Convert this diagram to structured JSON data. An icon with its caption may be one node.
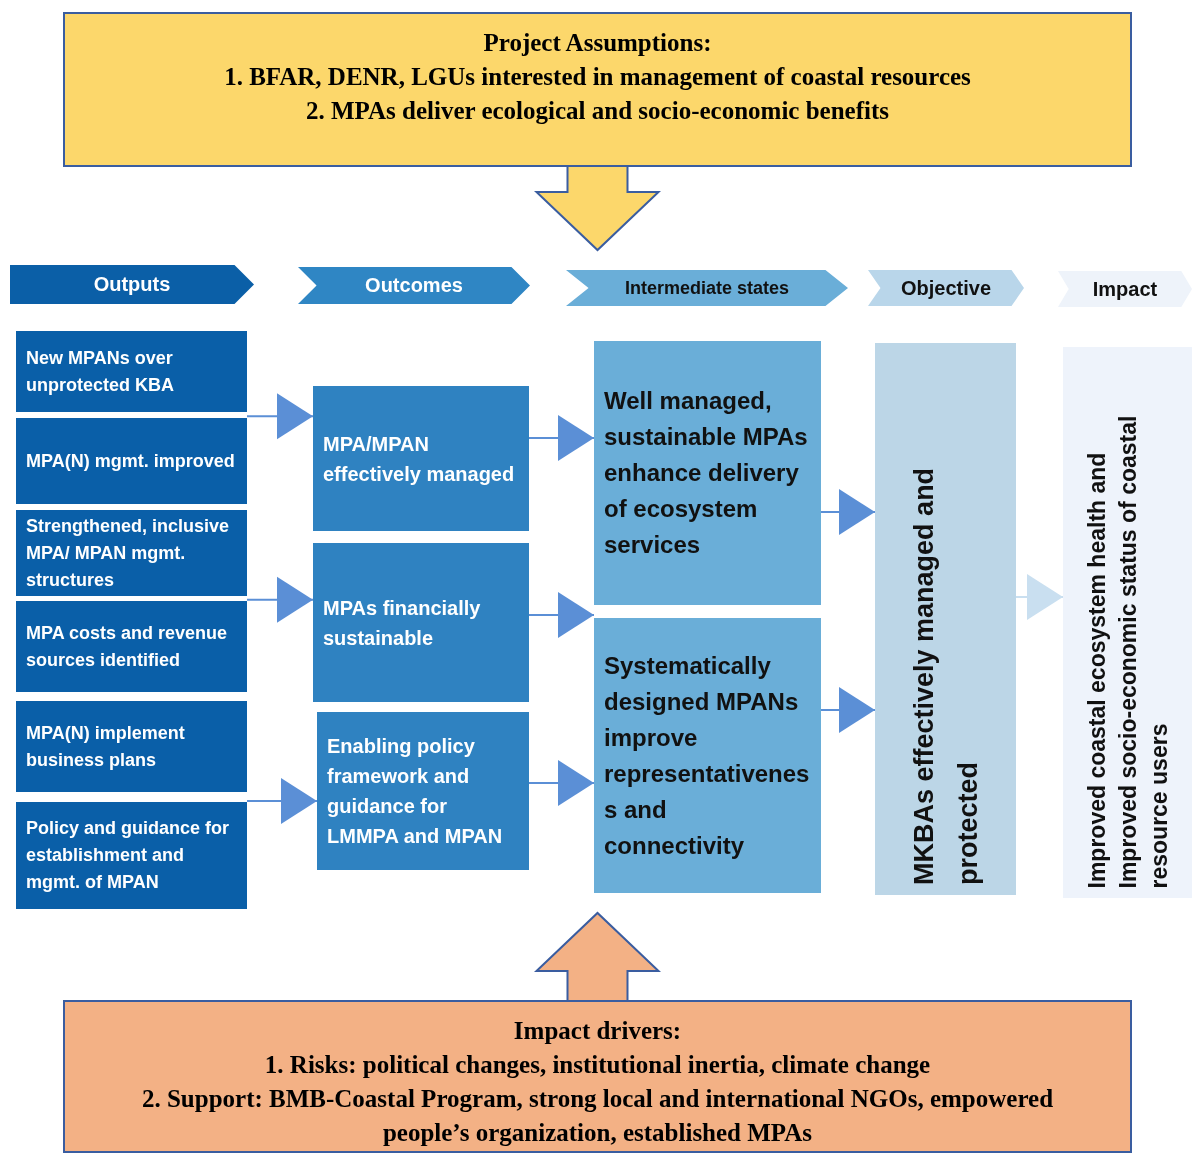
{
  "diagram": {
    "nodes": [
      {
        "text": [
          "Project Assumptions:",
          "1. BFAR, DENR, LGUs interested in management of coastal resources",
          "2. MPAs deliver ecological and socio-economic benefits"
        ]
      },
      {
        "text": [
          "Outputs"
        ]
      },
      {
        "text": [
          "Outcomes"
        ]
      },
      {
        "text": [
          "Intermediate states"
        ]
      },
      {
        "text": [
          "Objective"
        ]
      },
      {
        "text": [
          "Impact"
        ]
      },
      {
        "text": [
          "New MPANs over unprotected KBA"
        ]
      },
      {
        "text": [
          "MPA(N) mgmt. improved"
        ]
      },
      {
        "text": [
          "Strengthened, inclusive MPA/ MPAN mgmt. structures"
        ]
      },
      {
        "text": [
          "MPA costs and revenue sources identified"
        ]
      },
      {
        "text": [
          "MPA(N) implement business plans"
        ]
      },
      {
        "text": [
          "Policy and guidance for establishment and mgmt. of MPAN"
        ]
      },
      {
        "text": [
          "MPA/MPAN effectively managed"
        ]
      },
      {
        "text": [
          "MPAs financially sustainable"
        ]
      },
      {
        "text": [
          "Enabling policy framework and guidance for LMMPA and MPAN"
        ]
      },
      {
        "text": [
          "Well managed, sustainable MPAs enhance delivery of ecosystem services"
        ]
      },
      {
        "text": [
          "Systematically designed MPANs improve representativeness and connectivity"
        ]
      },
      {
        "text": [
          "MKBAs effectively managed and protected"
        ]
      },
      {
        "text": [
          "Improved coastal ecosystem health and Improved socio-economic status of coastal resource users"
        ]
      },
      {
        "text": [
          "Impact drivers:",
          "1. Risks: political changes, institutional inertia, climate change",
          "2. Support: BMB-Coastal Program, strong local and international NGOs, empowered people’s organization, established MPAs"
        ]
      }
    ],
    "edges": [
      {
        "from": 0,
        "to": null,
        "arrow": "to",
        "color": "#fcd76b"
      },
      {
        "from": 19,
        "to": null,
        "arrow": "to",
        "color": "#f3b185"
      },
      {
        "from": 6,
        "to": 12,
        "arrow": "to"
      },
      {
        "from": 7,
        "to": 12,
        "arrow": "to"
      },
      {
        "from": 8,
        "to": 13,
        "arrow": "to"
      },
      {
        "from": 9,
        "to": 13,
        "arrow": "to"
      },
      {
        "from": 10,
        "to": 14,
        "arrow": "to"
      },
      {
        "from": 11,
        "to": 14,
        "arrow": "to"
      },
      {
        "from": 12,
        "to": 15,
        "arrow": "to"
      },
      {
        "from": 13,
        "to": 16,
        "arrow": "to"
      },
      {
        "from": 14,
        "to": 16,
        "arrow": "to"
      },
      {
        "from": 15,
        "to": 17,
        "arrow": "to"
      },
      {
        "from": 16,
        "to": 17,
        "arrow": "to"
      },
      {
        "from": 17,
        "to": 18,
        "arrow": "to",
        "color": "#c9dff0"
      }
    ]
  }
}
